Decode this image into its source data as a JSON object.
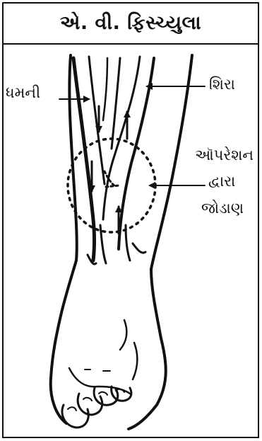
{
  "title": "એ. વી. ફિસ્ચ્યુલા",
  "labels": {
    "artery": "ધમની",
    "vein": "શિરા",
    "operation_line1": "ઑપરેશન",
    "operation_line2": "દ્વારા",
    "operation_line3": "જોડાણ"
  }
}
